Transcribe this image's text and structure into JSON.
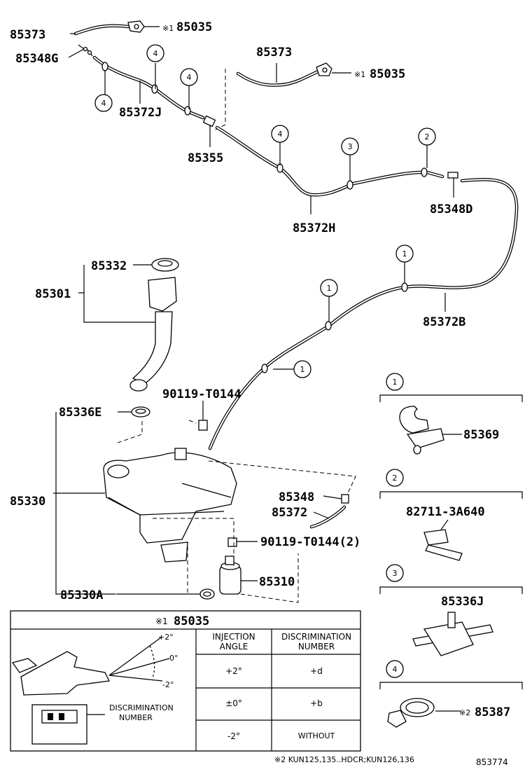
{
  "labels": {
    "p85373_top": "85373",
    "p85035_top": "85035",
    "p85348G": "85348G",
    "p85373_mid": "85373",
    "p85035_mid": "85035",
    "p85372J": "85372J",
    "p85355": "85355",
    "p85372H": "85372H",
    "p85348D": "85348D",
    "p85332": "85332",
    "p85301": "85301",
    "p85372B": "85372B",
    "p90119_a": "90119-T0144",
    "p85336E": "85336E",
    "p85330": "85330",
    "p85348": "85348",
    "p85372": "85372",
    "p90119_b": "90119-T0144(2)",
    "p85310": "85310",
    "p85330A": "85330A",
    "p85369": "85369",
    "p82711": "82711-3A640",
    "p85336J": "85336J",
    "p85387": "85387",
    "mark1": "※1",
    "mark2": "※2"
  },
  "circles": {
    "c1": "1",
    "c2": "2",
    "c3": "3",
    "c4": "4"
  },
  "table": {
    "title_mark": "※1",
    "title_part": "85035",
    "col1_line1": "INJECTION",
    "col1_line2": "ANGLE",
    "col2_line1": "DISCRIMINATION",
    "col2_line2": "NUMBER",
    "rows": [
      {
        "angle": "+2°",
        "number": "+d"
      },
      {
        "angle": "±0°",
        "number": "+b"
      },
      {
        "angle": "-2°",
        "number": "WITHOUT"
      }
    ],
    "angle_plus": "+2°",
    "angle_zero": "0°",
    "angle_minus": "-2°",
    "disc_line1": "DISCRIMINATION",
    "disc_line2": "NUMBER"
  },
  "footnote": "※2 KUN125,135..HDCR;KUN126,136",
  "figure_number": "853774"
}
